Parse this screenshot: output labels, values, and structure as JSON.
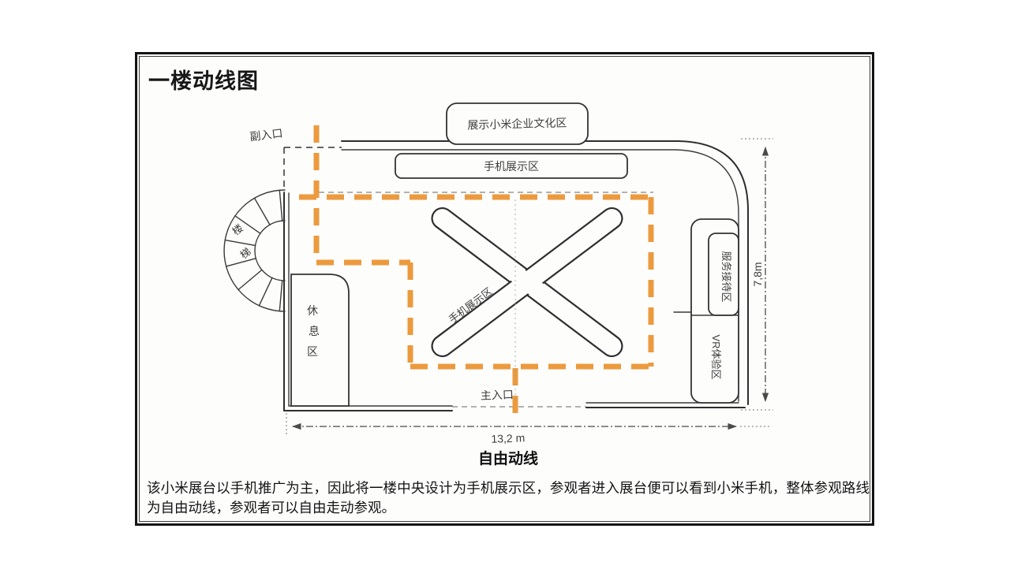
{
  "slide": {
    "title": "一楼动线图",
    "route_label": "自由动线",
    "caption": "该小米展台以手机推广为主，因此将一楼中央设计为手机展示区，参观者进入展台便可以看到小米手机，整体参观路线为自由动线，参观者可以自由走动参观。"
  },
  "plan": {
    "labels": {
      "side_entrance": "副入口",
      "main_entrance": "主入口",
      "stairs_chars": [
        "楼",
        "梯"
      ],
      "rest_area_chars": [
        "休",
        "息",
        "区"
      ],
      "culture_zone": "展示小米企业文化区",
      "phone_shelf": "手机展示区",
      "phone_display_island": "手机展示区",
      "service_zone": "服务接待区",
      "vr_zone": "VR体验区"
    },
    "dimensions": {
      "width_label": "13,2 m",
      "height_label": "7,8m"
    },
    "colors": {
      "route_orange": "#EC9A3E",
      "wall_ink": "#2e2e2e",
      "pencil": "#3d3d3d"
    }
  }
}
